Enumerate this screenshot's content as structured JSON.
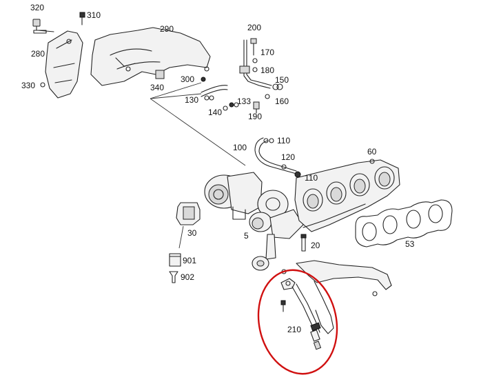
{
  "diagram": {
    "highlight_color": "#d01010",
    "labels": {
      "p320": "320",
      "p310": "310",
      "p290": "290",
      "p280": "280",
      "p330": "330",
      "p340": "340",
      "p300": "300",
      "p200": "200",
      "p170": "170",
      "p180": "180",
      "p150": "150",
      "p160": "160",
      "p130": "130",
      "p133": "133",
      "p140": "140",
      "p190": "190",
      "p110a": "110",
      "p100": "100",
      "p120": "120",
      "p110b": "110",
      "p60": "60",
      "p5": "5",
      "p30": "30",
      "p20": "20",
      "p53": "53",
      "p901": "901",
      "p902": "902",
      "p210": "210"
    }
  }
}
